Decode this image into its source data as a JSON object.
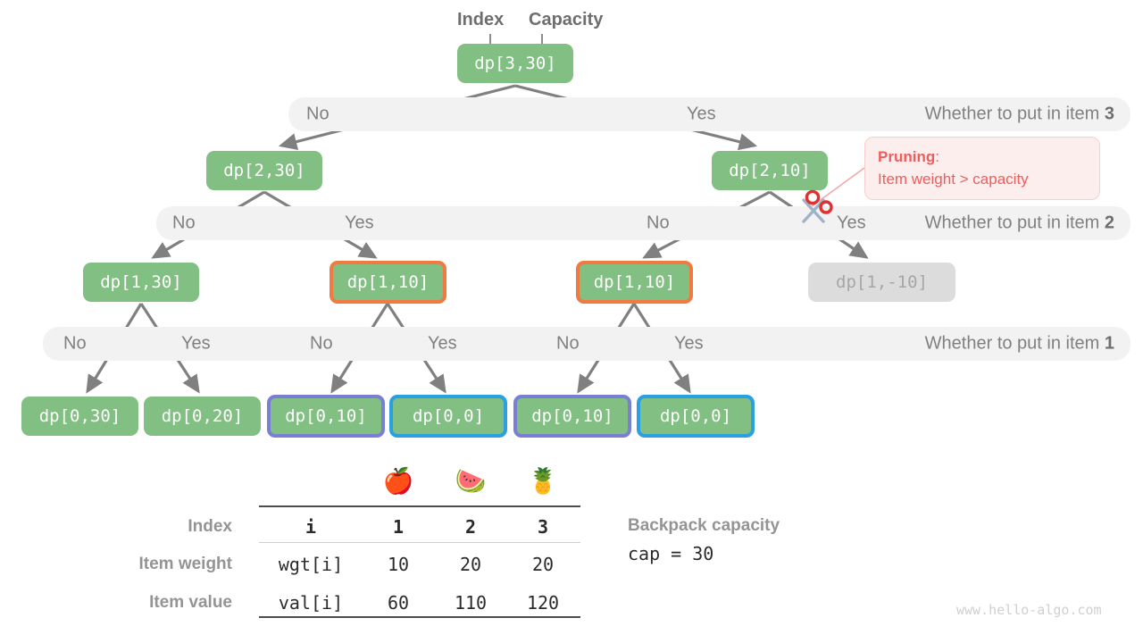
{
  "title_annotations": [
    {
      "name": "index-annotation",
      "label": "Index"
    },
    {
      "name": "capacity-annotation",
      "label": "Capacity"
    }
  ],
  "tree": {
    "levels": [
      {
        "row": 0,
        "nodes": [
          {
            "label": "dp[3,30]",
            "state": "normal"
          }
        ]
      },
      {
        "row": 1,
        "nodes": [
          {
            "label": "dp[2,30]",
            "state": "normal"
          },
          {
            "label": "dp[2,10]",
            "state": "normal"
          }
        ]
      },
      {
        "row": 2,
        "nodes": [
          {
            "label": "dp[1,30]",
            "state": "normal"
          },
          {
            "label": "dp[1,10]",
            "state": "orange"
          },
          {
            "label": "dp[1,10]",
            "state": "orange"
          },
          {
            "label": "dp[1,-10]",
            "state": "dim"
          }
        ]
      },
      {
        "row": 3,
        "nodes": [
          {
            "label": "dp[0,30]",
            "state": "normal"
          },
          {
            "label": "dp[0,20]",
            "state": "normal"
          },
          {
            "label": "dp[0,10]",
            "state": "purple"
          },
          {
            "label": "dp[0,0]",
            "state": "blue"
          },
          {
            "label": "dp[0,10]",
            "state": "purple"
          },
          {
            "label": "dp[0,0]",
            "state": "blue"
          }
        ]
      }
    ]
  },
  "bands": [
    {
      "name": "band-item-3",
      "right_label_pre": "Whether to put in item ",
      "right_label_num": "3",
      "choices": [
        {
          "label": "No"
        },
        {
          "label": "Yes"
        }
      ]
    },
    {
      "name": "band-item-2",
      "right_label_pre": "Whether to put in item ",
      "right_label_num": "2",
      "choices": [
        {
          "label": "No"
        },
        {
          "label": "Yes"
        },
        {
          "label": "No"
        },
        {
          "label": "Yes"
        }
      ]
    },
    {
      "name": "band-item-1",
      "right_label_pre": "Whether to put in item ",
      "right_label_num": "1",
      "choices": [
        {
          "label": "No"
        },
        {
          "label": "Yes"
        },
        {
          "label": "No"
        },
        {
          "label": "Yes"
        },
        {
          "label": "No"
        },
        {
          "label": "Yes"
        }
      ]
    }
  ],
  "pruning_callout": {
    "heading": "Pruning",
    "heading_suffix": ":",
    "body": "Item weight > capacity",
    "icon": "scissors-icon"
  },
  "table": {
    "emoji_header": [
      "🍎",
      "🍉",
      "🍍"
    ],
    "row_labels": [
      "Index",
      "Item weight",
      "Item value"
    ],
    "first_col": [
      "i",
      "wgt[i]",
      "val[i]"
    ],
    "rows": [
      [
        "1",
        "2",
        "3"
      ],
      [
        "10",
        "20",
        "20"
      ],
      [
        "60",
        "110",
        "120"
      ]
    ]
  },
  "capacity_note": {
    "title": "Backpack capacity",
    "value": "cap = 30"
  },
  "watermark": "www.hello-algo.com",
  "colors": {
    "node_green": "#82bf82",
    "node_dim": "#dcdcdc",
    "border_orange": "#f07a40",
    "border_purple": "#7b7fd4",
    "border_blue": "#2ba0e0",
    "band_bg": "#f2f2f2",
    "arrow": "#808080",
    "pruning_red": "#ef5c5c",
    "text_grey": "#808080"
  }
}
